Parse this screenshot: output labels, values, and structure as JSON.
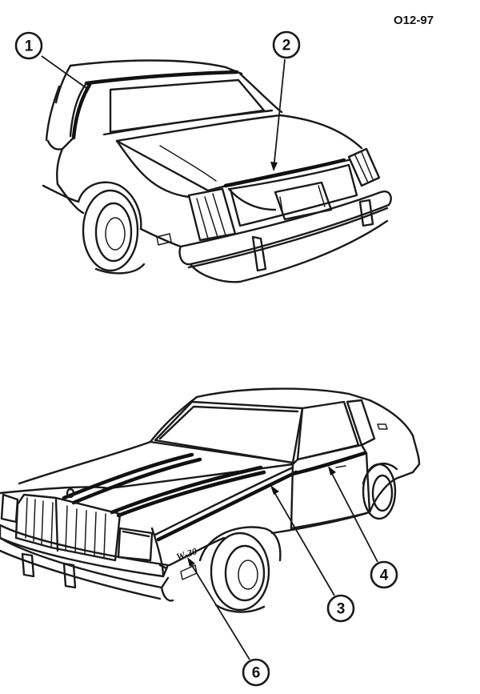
{
  "figure_id": "O12-97",
  "emblem_text": "W-30",
  "callouts": [
    {
      "id": "c1",
      "label": "1"
    },
    {
      "id": "c2",
      "label": "2"
    },
    {
      "id": "c3",
      "label": "3"
    },
    {
      "id": "c4",
      "label": "4"
    },
    {
      "id": "c6",
      "label": "6"
    }
  ]
}
